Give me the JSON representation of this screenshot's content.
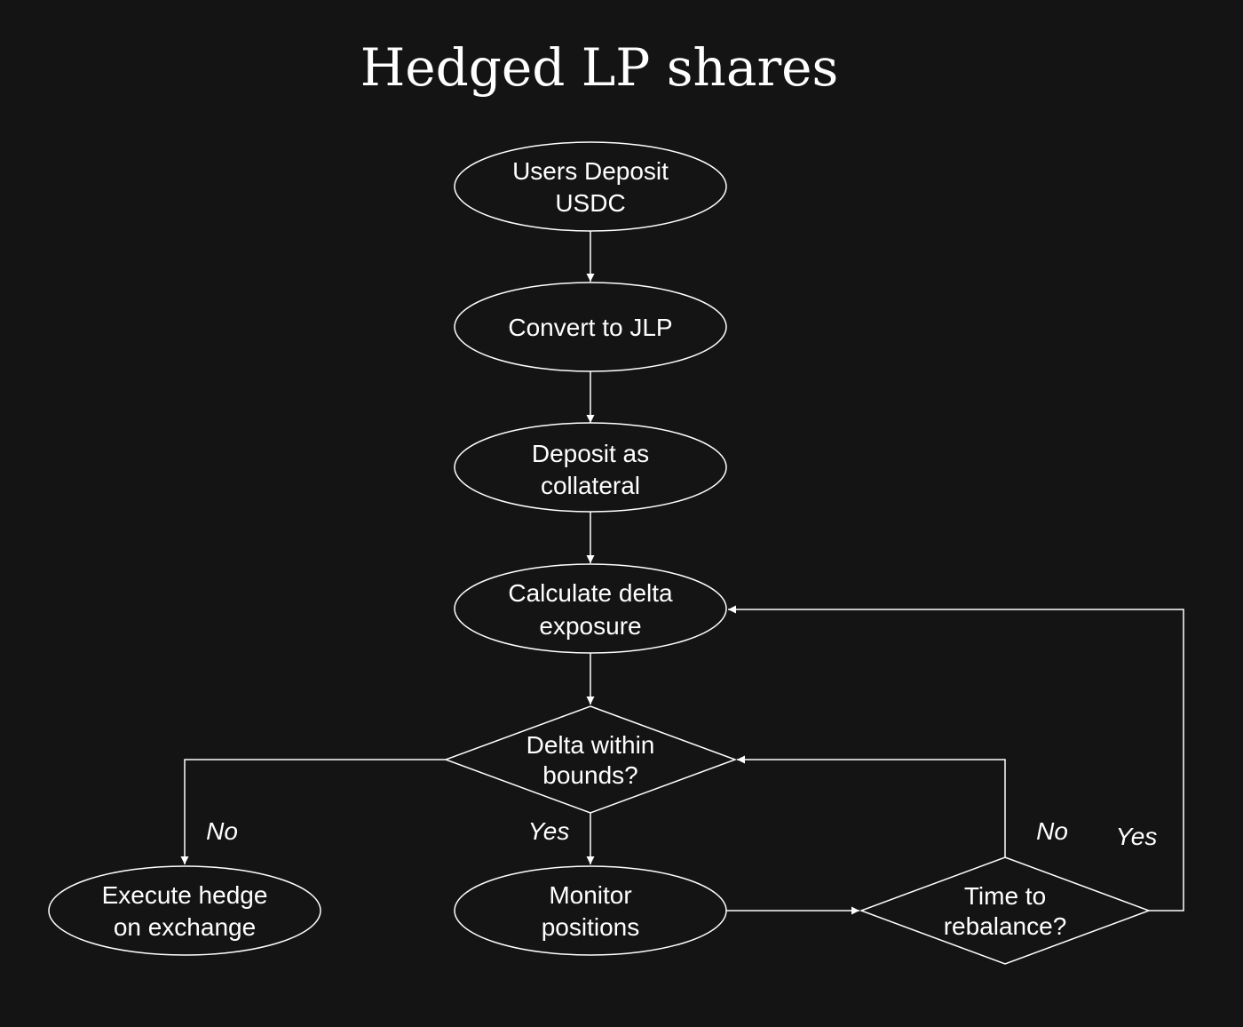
{
  "title": "Hedged LP shares",
  "nodes": {
    "deposit_usdc": {
      "line1": "Users Deposit",
      "line2": "USDC"
    },
    "convert_jlp": {
      "line1": "Convert to JLP"
    },
    "deposit_collateral": {
      "line1": "Deposit as",
      "line2": "collateral"
    },
    "calc_delta": {
      "line1": "Calculate delta",
      "line2": "exposure"
    },
    "delta_bounds": {
      "line1": "Delta within",
      "line2": "bounds?"
    },
    "execute_hedge": {
      "line1": "Execute hedge",
      "line2": "on exchange"
    },
    "monitor": {
      "line1": "Monitor",
      "line2": "positions"
    },
    "rebalance": {
      "line1": "Time to",
      "line2": "rebalance?"
    }
  },
  "edge_labels": {
    "bounds_no": "No",
    "bounds_yes": "Yes",
    "rebalance_no": "No",
    "rebalance_yes": "Yes"
  }
}
